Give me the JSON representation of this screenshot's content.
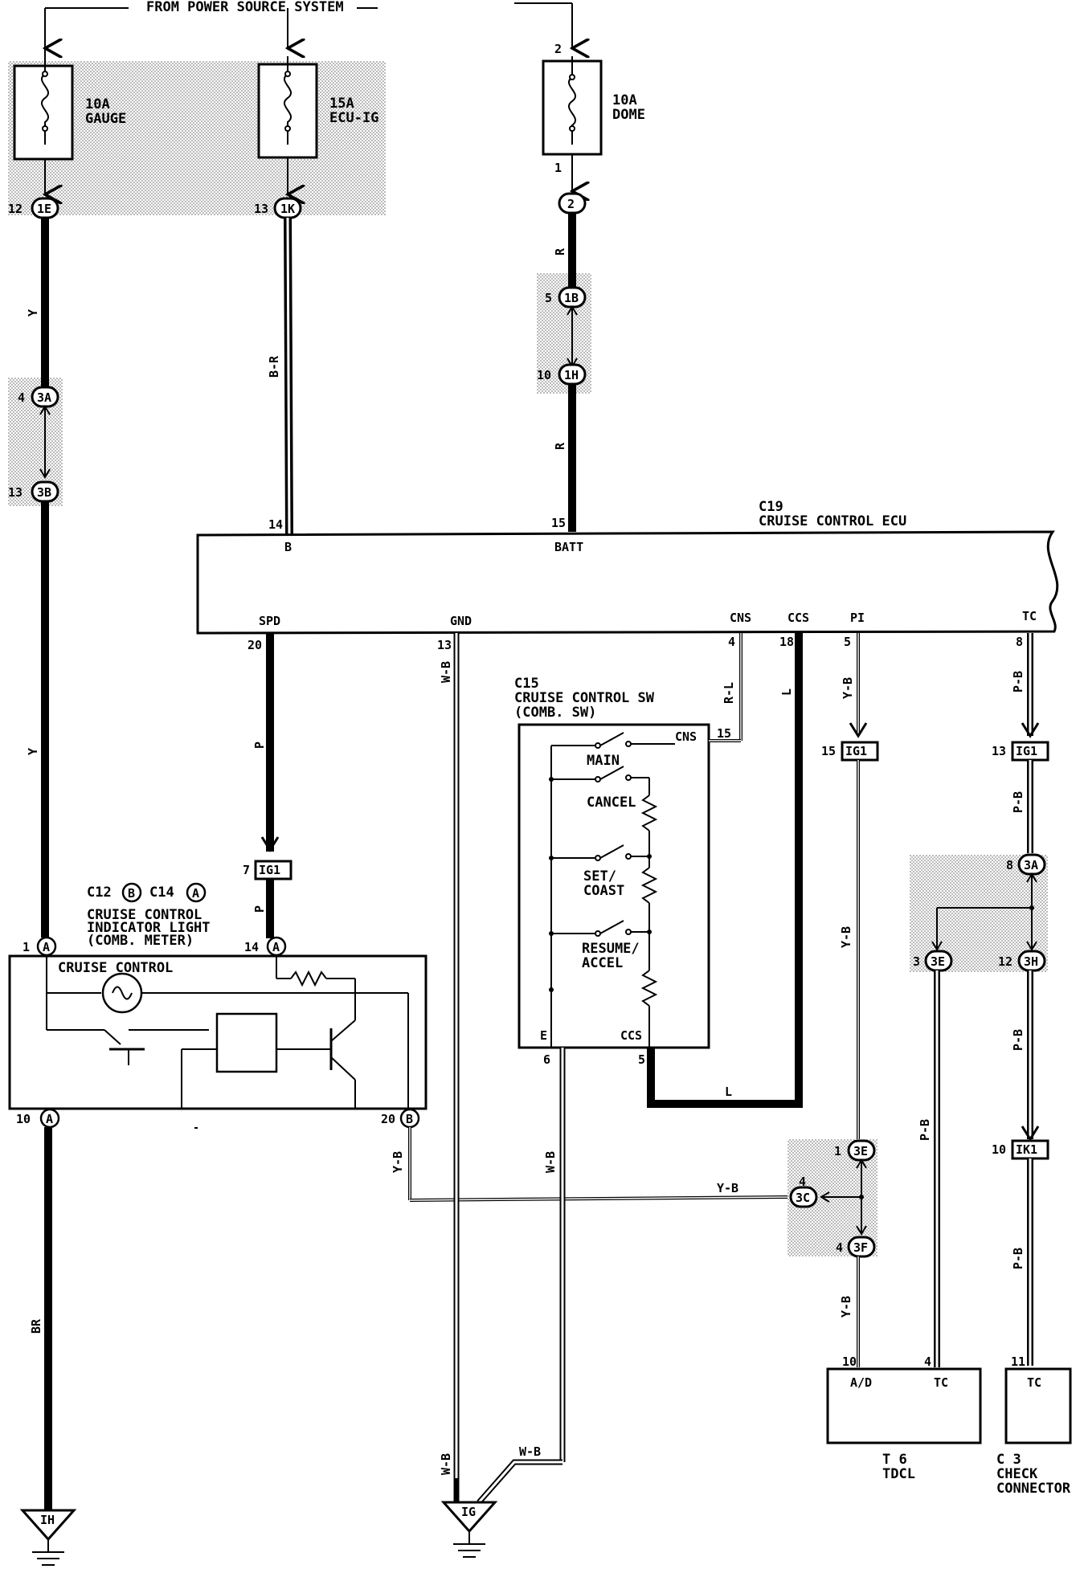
{
  "header": {
    "power_source": "FROM POWER SOURCE SYSTEM"
  },
  "fuses": {
    "gauge": {
      "rating": "10A",
      "name": "GAUGE"
    },
    "ecu_ig": {
      "rating": "15A",
      "name": "ECU-IG"
    },
    "dome": {
      "rating": "10A",
      "name": "DOME",
      "pin_top": "2",
      "pin_bottom": "1"
    }
  },
  "connectors": {
    "c1E": {
      "pin": "12",
      "code": "1E"
    },
    "c1K": {
      "pin": "13",
      "code": "1K"
    },
    "c2": {
      "code": "2"
    },
    "c1B": {
      "pin": "5",
      "code": "1B"
    },
    "c1H": {
      "pin": "10",
      "code": "1H"
    },
    "c3A_left": {
      "pin": "4",
      "code": "3A"
    },
    "c3B": {
      "pin": "13",
      "code": "3B"
    },
    "ig1_spd": {
      "pin": "7",
      "code": "IG1"
    },
    "ig1_pi": {
      "pin": "15",
      "code": "IG1"
    },
    "ig1_tc": {
      "pin": "13",
      "code": "IG1"
    },
    "c3A_right": {
      "pin": "8",
      "code": "3A"
    },
    "c3E": {
      "pin": "3",
      "code": "3E"
    },
    "c3H": {
      "pin": "12",
      "code": "3H"
    },
    "ik1": {
      "pin": "10",
      "code": "IK1"
    },
    "c3E_b": {
      "pin": "1",
      "code": "3E"
    },
    "c3C": {
      "pin": "4",
      "code": "3C"
    },
    "c3F": {
      "pin": "4",
      "code": "3F"
    }
  },
  "wires": {
    "y_top": "Y",
    "br_top": "B-R",
    "r_top": "R",
    "r_mid": "R",
    "y_mid": "Y",
    "p_spd": "P",
    "p_spd2": "P",
    "wb_gnd": "W-B",
    "rl_cns": "R-L",
    "l_ccs": "L",
    "l_ccs_bottom": "L",
    "yb_pi": "Y-B",
    "yb_pi2": "Y-B",
    "pb_tc": "P-B",
    "pb_tc2": "P-B",
    "pb_tc3": "P-B",
    "pb_tc4": "P-B",
    "pb_tdcl": "P-B",
    "yb_meter": "Y-B",
    "yb_horizontal": "Y-B",
    "wb_e": "W-B",
    "yb_tdcl": "Y-B",
    "br_bottom": "BR",
    "wb_ground_left": "W-B",
    "wb_ground_right": "W-B"
  },
  "ecu": {
    "id": "C19",
    "name": "CRUISE CONTROL ECU",
    "pins": [
      {
        "num": "14",
        "label": "B"
      },
      {
        "num": "15",
        "label": "BATT"
      },
      {
        "num": "20",
        "label": "SPD"
      },
      {
        "num": "13",
        "label": "GND"
      },
      {
        "num": "4",
        "label": "CNS"
      },
      {
        "num": "18",
        "label": "CCS"
      },
      {
        "num": "5",
        "label": "PI"
      },
      {
        "num": "8",
        "label": "TC"
      }
    ]
  },
  "switch": {
    "id": "C15",
    "name": "CRUISE CONTROL SW",
    "sub": "(COMB. SW)",
    "pin_cns_num": "15",
    "pin_cns": "CNS",
    "main": "MAIN",
    "cancel": "CANCEL",
    "set": "SET/",
    "coast": "COAST",
    "resume": "RESUME/",
    "accel": "ACCEL",
    "pin_e": "E",
    "pin_e_num": "6",
    "pin_ccs": "CCS",
    "pin_ccs_num": "5"
  },
  "meter": {
    "id_b": "C12",
    "letter_b": "B",
    "id_a": "C14",
    "letter_a": "A",
    "line1": "CRUISE CONTROL",
    "line2": "INDICATOR LIGHT",
    "line3": "(COMB. METER)",
    "inner": "CRUISE CONTROL",
    "pin1": "1",
    "pin1_letter": "A",
    "pin14": "14",
    "pin14_letter": "A",
    "pin10": "10",
    "pin10_letter": "A",
    "pin20": "20",
    "pin20_letter": "B"
  },
  "tdcl": {
    "id": "T 6",
    "name": "TDCL",
    "pin_ad": "A/D",
    "pin_ad_num": "10",
    "pin_tc": "TC",
    "pin_tc_num": "4"
  },
  "check": {
    "id": "C 3",
    "name1": "CHECK",
    "name2": "CONNECTOR",
    "pin_tc": "TC",
    "pin_tc_num": "11"
  },
  "grounds": {
    "left": "IH",
    "right": "IG"
  }
}
